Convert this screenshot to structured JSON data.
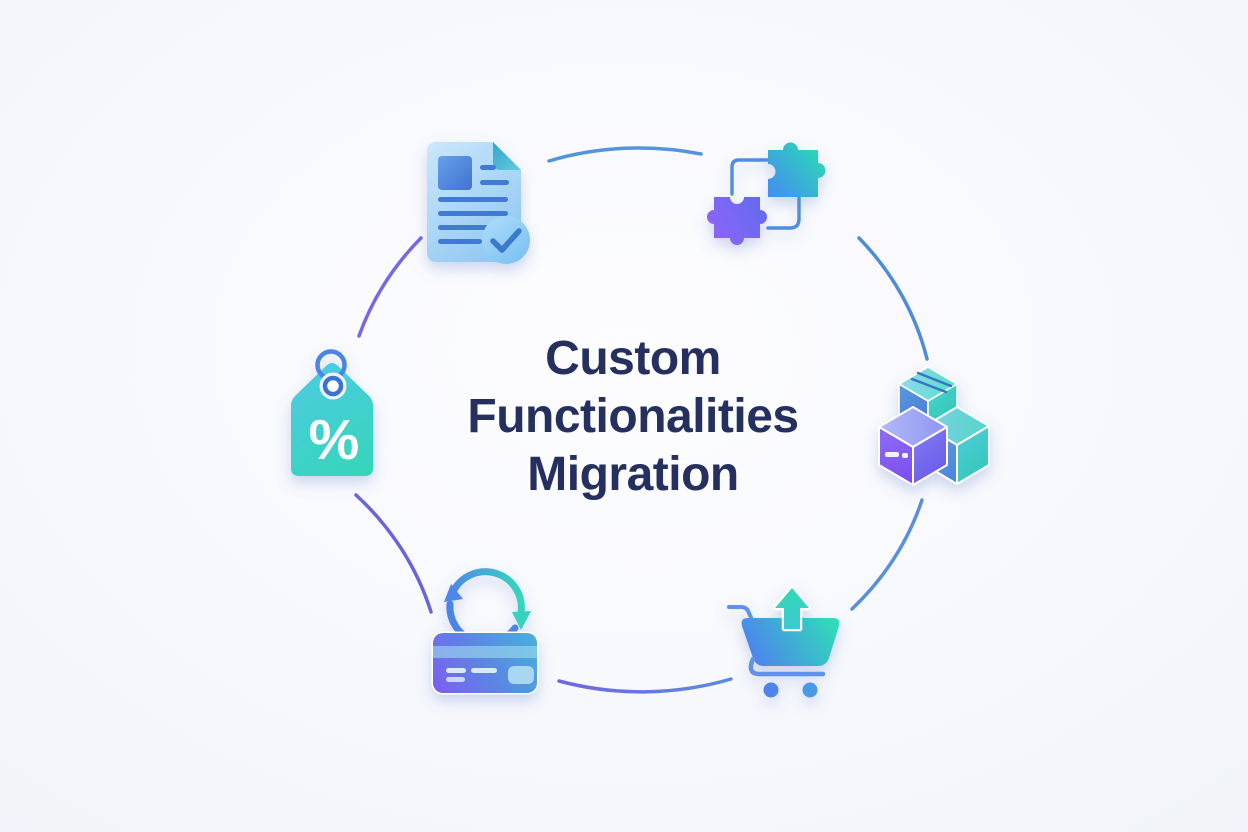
{
  "title": {
    "lines": [
      "Custom",
      "Functionalities",
      "Migration"
    ],
    "color": "#25305e"
  },
  "tag": {
    "symbol": "%"
  },
  "icons": [
    {
      "id": "document-check-icon",
      "meaning": "approved document"
    },
    {
      "id": "puzzle-icon",
      "meaning": "connected puzzle pieces"
    },
    {
      "id": "boxes-icon",
      "meaning": "stacked product boxes"
    },
    {
      "id": "cart-upload-icon",
      "meaning": "shopping cart with upload arrow"
    },
    {
      "id": "card-sync-icon",
      "meaning": "payment card with sync arrows"
    },
    {
      "id": "discount-tag-icon",
      "meaning": "price tag with percent"
    }
  ],
  "colors": {
    "background_center": "#fdfdff",
    "background_edge": "#e7eaf4",
    "title_navy": "#25305e",
    "ring_blue": "#5191da",
    "ring_purple": "#7567e3",
    "accent_blue": "#4a86f2",
    "accent_teal": "#2fd8b6",
    "accent_purple": "#8a5ef4",
    "icon_light_blue": "#8cc6f1"
  }
}
